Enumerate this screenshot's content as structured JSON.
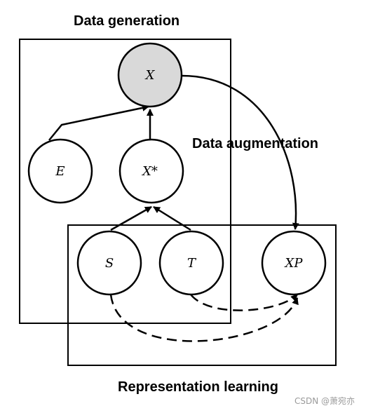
{
  "titles": {
    "data_generation": "Data generation",
    "data_augmentation": "Data augmentation",
    "representation_learning": "Representation learning"
  },
  "nodes": {
    "X": {
      "label": "X",
      "fill": "#d9d9d9"
    },
    "E": {
      "label": "E",
      "fill": "#ffffff"
    },
    "Xstar": {
      "label": "X*",
      "fill": "#ffffff"
    },
    "S": {
      "label": "S",
      "fill": "#ffffff"
    },
    "T": {
      "label": "T",
      "fill": "#ffffff"
    },
    "XP": {
      "label": "XP",
      "fill": "#ffffff"
    }
  },
  "watermark": "CSDN @萧宛亦"
}
